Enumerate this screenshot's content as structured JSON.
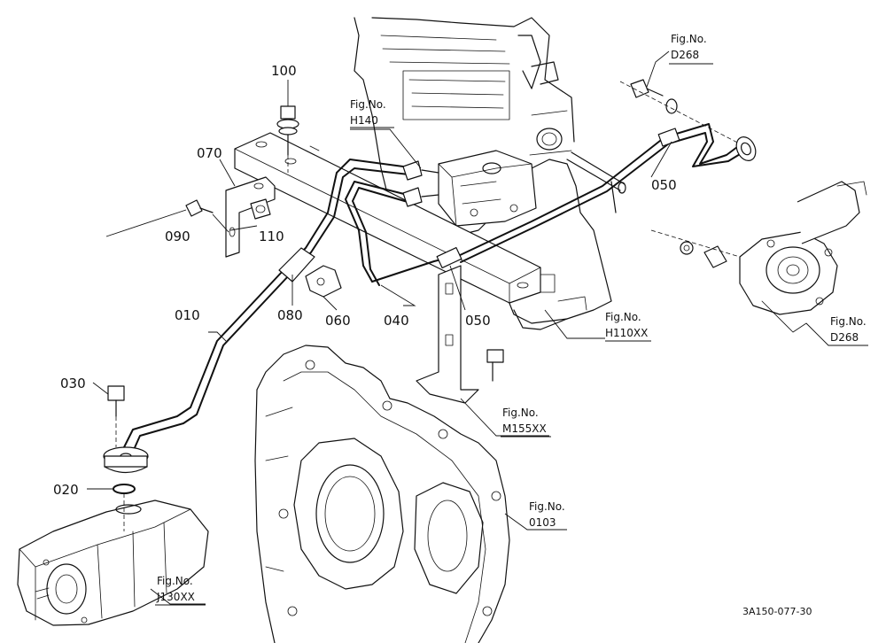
{
  "parts": {
    "p010": "010",
    "p020": "020",
    "p030": "030",
    "p040": "040",
    "p050a": "050",
    "p050b": "050",
    "p060": "060",
    "p070": "070",
    "p080": "080",
    "p090": "090",
    "p100": "100",
    "p110": "110"
  },
  "figrefs": {
    "fig_label": "Fig.No.",
    "d268_top": "D268",
    "h140": "H140",
    "h110xx": "H110XX",
    "d268_right": "D268",
    "m155xx": "M155XX",
    "f0103": "0103",
    "j130xx": "J130XX"
  },
  "drawing_code": "3A150-077-30"
}
